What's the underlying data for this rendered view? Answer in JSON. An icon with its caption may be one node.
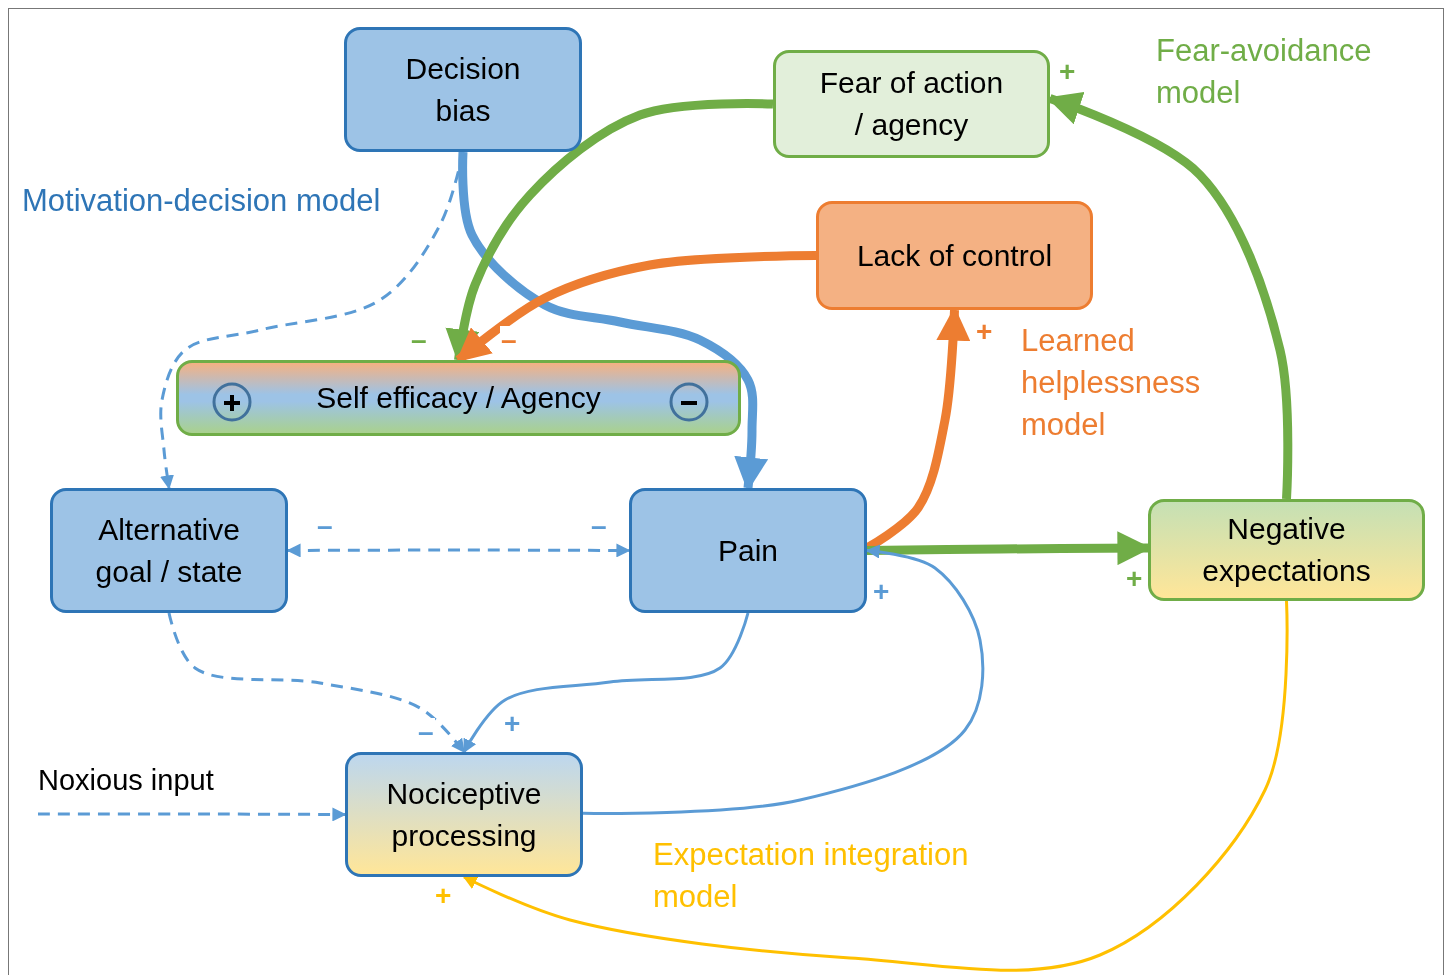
{
  "diagram": {
    "nodes": [
      {
        "text": [
          "Decision bias"
        ]
      },
      {
        "text": [
          "Fear of action / agency"
        ]
      },
      {
        "text": [
          "Lack of control"
        ]
      },
      {
        "text": [
          "Self efficacy / Agency"
        ]
      },
      {
        "text": [
          "Alternative goal / state"
        ]
      },
      {
        "text": [
          "Pain"
        ]
      },
      {
        "text": [
          "Negative expectations"
        ]
      },
      {
        "text": [
          "Nociceptive processing"
        ]
      },
      {
        "text": [
          "Noxious input"
        ]
      }
    ],
    "edges": [
      {
        "from": 0,
        "to": 5,
        "arrow": "to",
        "style": "thick"
      },
      {
        "from": 0,
        "to": 4,
        "arrow": "to",
        "style": "dashed"
      },
      {
        "from": 1,
        "to": 3,
        "arrow": "to",
        "style": "thick",
        "color": "#70ad47",
        "label": "–"
      },
      {
        "from": 2,
        "to": 3,
        "arrow": "to",
        "style": "thick",
        "color": "#ed7d31",
        "label": "–"
      },
      {
        "from": 4,
        "to": 5,
        "arrow": "both",
        "style": "dashed",
        "label": "–"
      },
      {
        "from": 4,
        "to": 7,
        "arrow": "to",
        "style": "dashed",
        "label": "–"
      },
      {
        "from": 5,
        "to": 7,
        "arrow": "to",
        "label": "+"
      },
      {
        "from": 5,
        "to": 2,
        "arrow": "to",
        "style": "thick",
        "color": "#ed7d31",
        "label": "+"
      },
      {
        "from": 5,
        "to": 6,
        "arrow": "to",
        "style": "thick",
        "color": "#70ad47",
        "label": "+"
      },
      {
        "from": 6,
        "to": 1,
        "arrow": "to",
        "style": "thick",
        "color": "#70ad47",
        "label": "+"
      },
      {
        "from": 6,
        "to": 7,
        "arrow": "to",
        "color": "#ffc000",
        "label": "+"
      },
      {
        "from": 7,
        "to": 5,
        "arrow": "to",
        "label": "+"
      },
      {
        "from": 8,
        "to": 7,
        "arrow": "to",
        "style": "dashed"
      }
    ],
    "labels": [
      "Motivation-decision model",
      "Fear-avoidance model",
      "Learned helplessness model",
      "Expectation integration model",
      "–"
    ]
  }
}
